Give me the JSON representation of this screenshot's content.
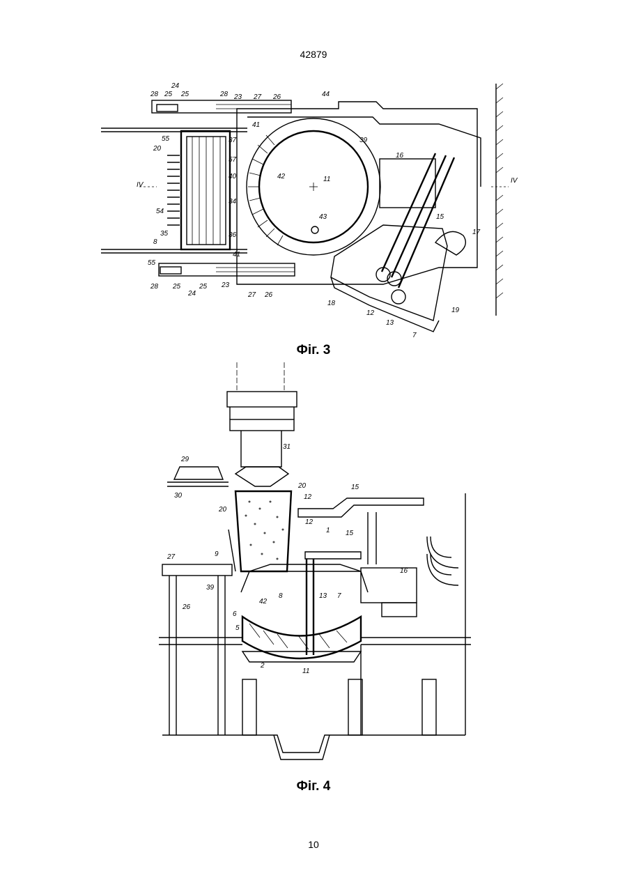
{
  "header": {
    "patent_number": "42879"
  },
  "figure3": {
    "caption": "Фіг. 3",
    "labels": [
      "28",
      "25",
      "24",
      "25",
      "28",
      "23",
      "27",
      "26",
      "44",
      "41",
      "39",
      "16",
      "55",
      "37",
      "20",
      "57",
      "40",
      "42",
      "11",
      "IV",
      "IV",
      "54",
      "34",
      "43",
      "15",
      "17",
      "35",
      "36",
      "8",
      "41",
      "55",
      "28",
      "25",
      "24",
      "25",
      "23",
      "27",
      "26",
      "18",
      "12",
      "13",
      "19",
      "7"
    ]
  },
  "figure4": {
    "caption": "Фіг. 4",
    "labels": [
      "31",
      "29",
      "30",
      "20",
      "12",
      "15",
      "20",
      "12",
      "1",
      "15",
      "27",
      "9",
      "16",
      "39",
      "8",
      "13",
      "7",
      "42",
      "6",
      "26",
      "5",
      "2",
      "11"
    ]
  },
  "footer": {
    "page": "10"
  }
}
